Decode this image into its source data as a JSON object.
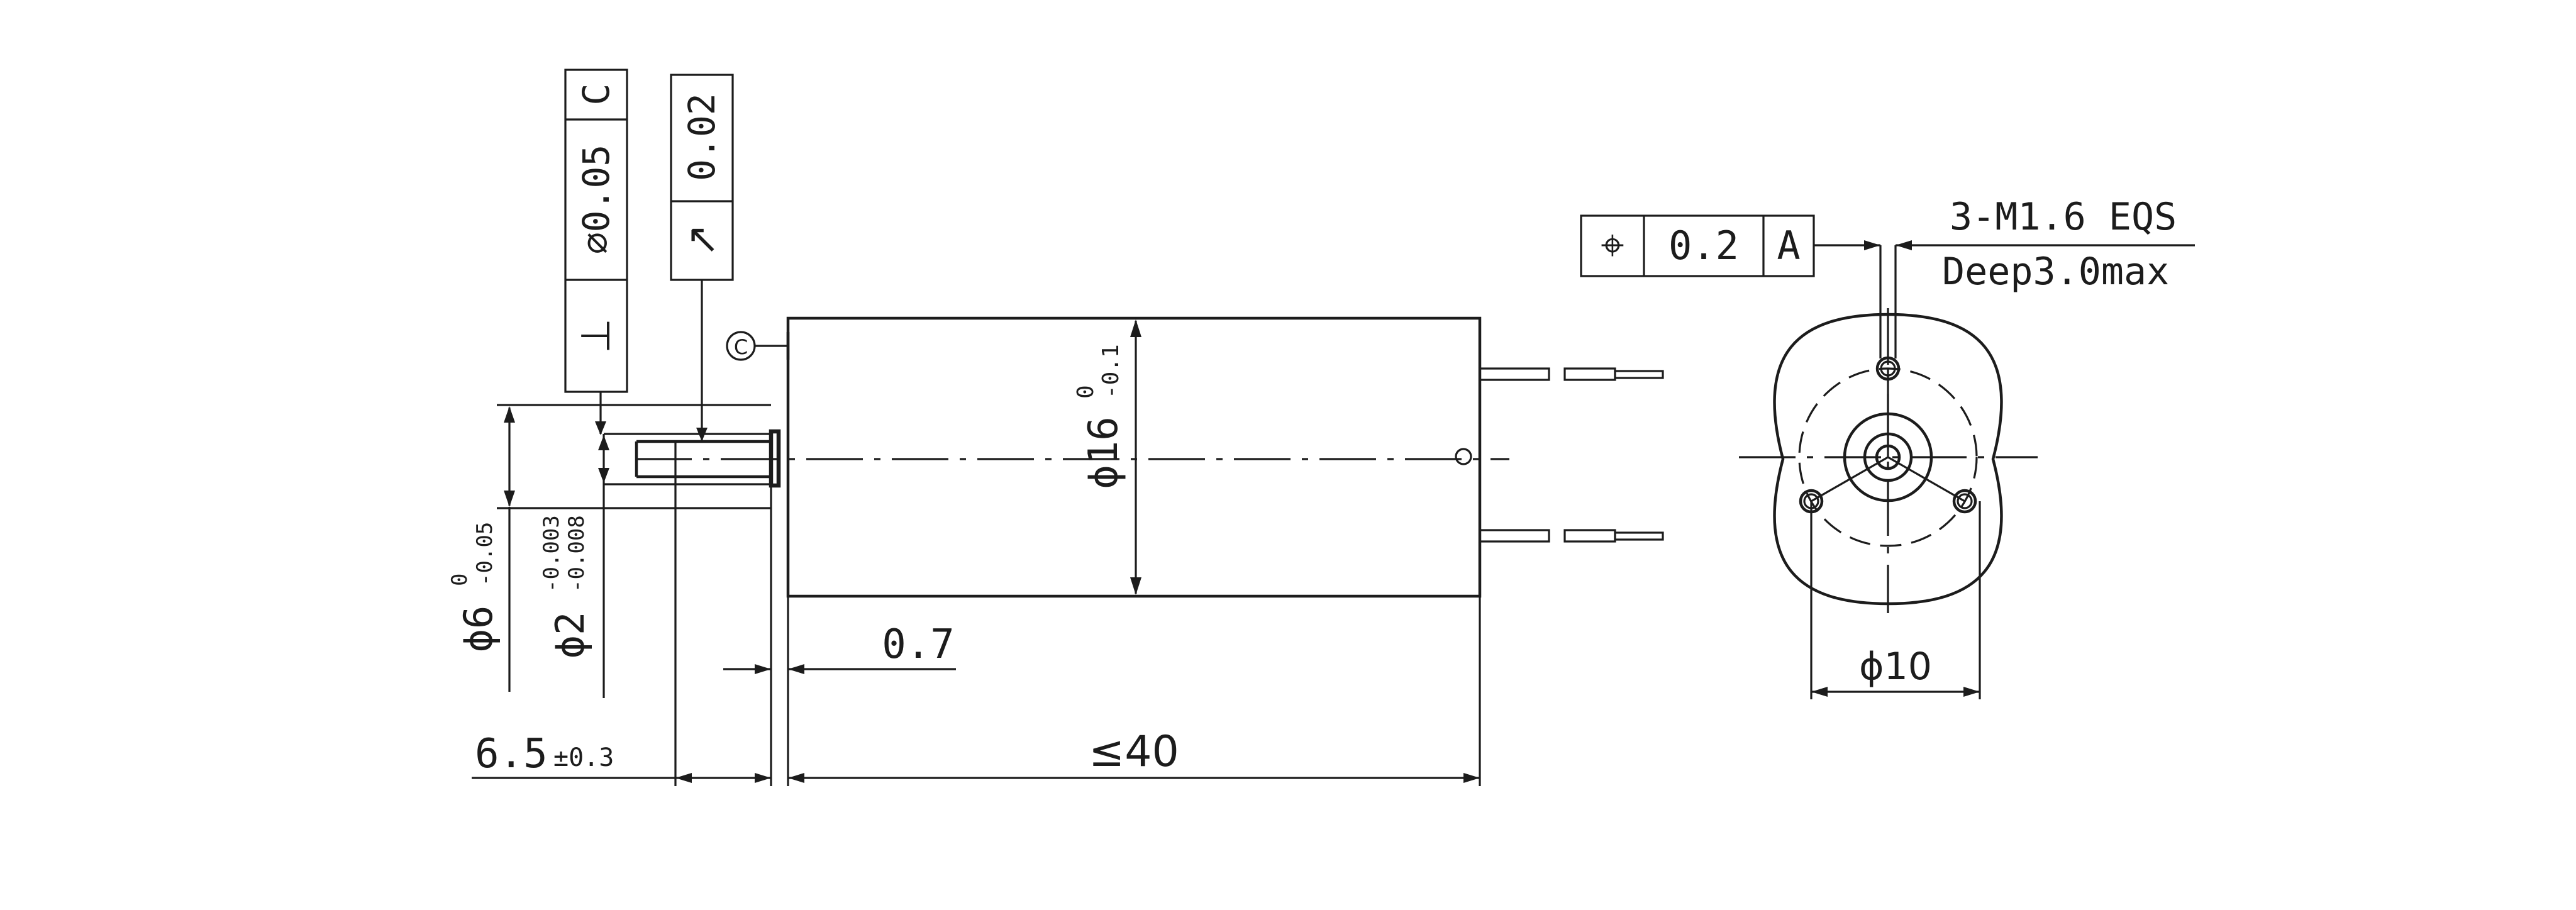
{
  "front_view": {
    "fcf_perpendicularity": {
      "symbol": "⊥",
      "tolerance": "⌀0.05",
      "datum": "C"
    },
    "fcf_runout": {
      "symbol": "↗",
      "tolerance": "0.02"
    },
    "datum_c": "C",
    "dim_body_diameter": {
      "main": "ϕ16",
      "upper": "0",
      "lower": "-0.1"
    },
    "dim_boss_diameter": {
      "main": "ϕ6",
      "upper": "0",
      "lower": "-0.05"
    },
    "dim_shaft_diameter": {
      "main": "ϕ2",
      "upper": "-0.003",
      "lower": "-0.008"
    },
    "dim_shaft_length": {
      "main": "6.5",
      "tol": "±0.3"
    },
    "dim_boss_thickness": "0.7",
    "dim_body_length": "≤40"
  },
  "end_view": {
    "fcf_position": {
      "symbol": "⌖",
      "tolerance": "0.2",
      "datum": "A"
    },
    "thread_note_line1": "3-M1.6 EQS",
    "thread_note_line2": "Deep3.0max",
    "dim_bolt_circle": "ϕ10"
  }
}
